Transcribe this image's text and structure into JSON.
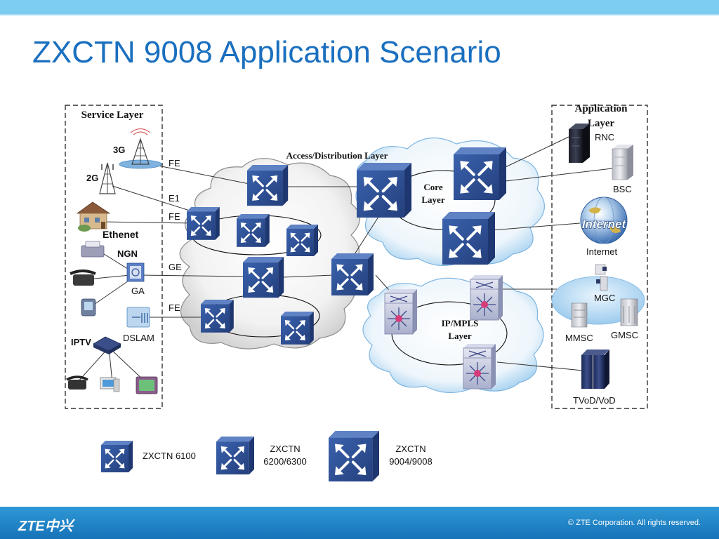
{
  "slide": {
    "title": "ZXCTN 9008 Application Scenario"
  },
  "footer": {
    "logo": "ZTE中兴",
    "copyright": "© ZTE Corporation. All rights reserved."
  },
  "colors": {
    "accent": "#1a6fbf",
    "top_bar": "#7ccdf0",
    "footer": "#1e82c6",
    "router": "#2d4f94"
  },
  "diagram": {
    "service_layer": {
      "title": "Service Layer",
      "wireless_3g": "3G",
      "wireless_2g": "2G",
      "ethernet": "Ethenet",
      "ngn": "NGN",
      "ga": "GA",
      "iptv": "IPTV",
      "dslam": "DSLAM"
    },
    "interfaces": {
      "fe_1": "FE",
      "e1": "E1",
      "fe_2": "FE",
      "ge": "GE",
      "fe_3": "FE"
    },
    "clouds": {
      "access_distribution": "Access/Distribution Layer",
      "core_line1": "Core",
      "core_line2": "Layer",
      "ipmpls_line1": "IP/MPLS",
      "ipmpls_line2": "Layer"
    },
    "application_layer": {
      "title_line1": "Application",
      "title_line2": "Layer",
      "rnc": "RNC",
      "bsc": "BSC",
      "internet_logo": "Internet",
      "internet": "Internet",
      "mgc": "MGC",
      "mmsc": "MMSC",
      "gmsc": "GMSC",
      "tvod": "TVoD/VoD"
    },
    "legend": {
      "small": "ZXCTN 6100",
      "medium_line1": "ZXCTN",
      "medium_line2": "6200/6300",
      "large_line1": "ZXCTN",
      "large_line2": "9004/9008"
    }
  }
}
